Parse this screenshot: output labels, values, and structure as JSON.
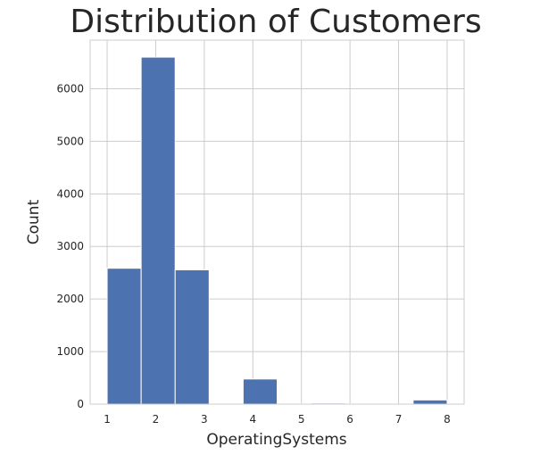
{
  "chart_data": {
    "type": "bar",
    "title": "Distribution of Customers",
    "xlabel": "OperatingSystems",
    "ylabel": "Count",
    "xlim": [
      0.65,
      8.35
    ],
    "ylim": [
      0,
      6925
    ],
    "xticks": [
      1,
      2,
      3,
      4,
      5,
      6,
      7,
      8
    ],
    "yticks": [
      0,
      1000,
      2000,
      3000,
      4000,
      5000,
      6000
    ],
    "grid": true,
    "color": "#4c72b0",
    "bins": [
      {
        "x0": 1.0,
        "x1": 1.7,
        "value": 2585
      },
      {
        "x0": 1.7,
        "x1": 2.4,
        "value": 6601
      },
      {
        "x0": 2.4,
        "x1": 3.1,
        "value": 2555
      },
      {
        "x0": 3.1,
        "x1": 3.8,
        "value": 0
      },
      {
        "x0": 3.8,
        "x1": 4.5,
        "value": 478
      },
      {
        "x0": 4.5,
        "x1": 5.2,
        "value": 6
      },
      {
        "x0": 5.2,
        "x1": 5.9,
        "value": 19
      },
      {
        "x0": 5.9,
        "x1": 6.6,
        "value": 7
      },
      {
        "x0": 6.6,
        "x1": 7.3,
        "value": 0
      },
      {
        "x0": 7.3,
        "x1": 8.0,
        "value": 79
      }
    ]
  }
}
